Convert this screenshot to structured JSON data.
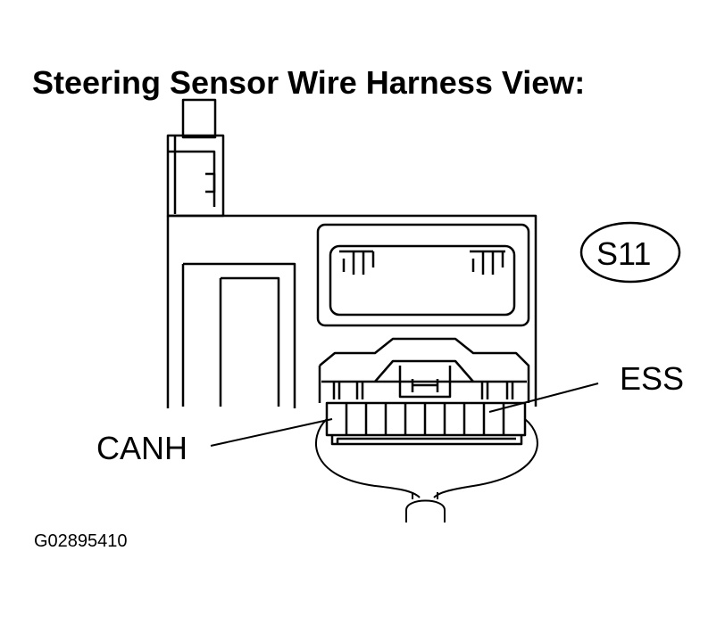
{
  "title": "Steering Sensor Wire Harness View:",
  "connector_id": "S11",
  "labels": {
    "canh": "CANH",
    "ess": "ESS"
  },
  "figure_code": "G02895410",
  "colors": {
    "line": "#000000",
    "background": "#ffffff"
  }
}
